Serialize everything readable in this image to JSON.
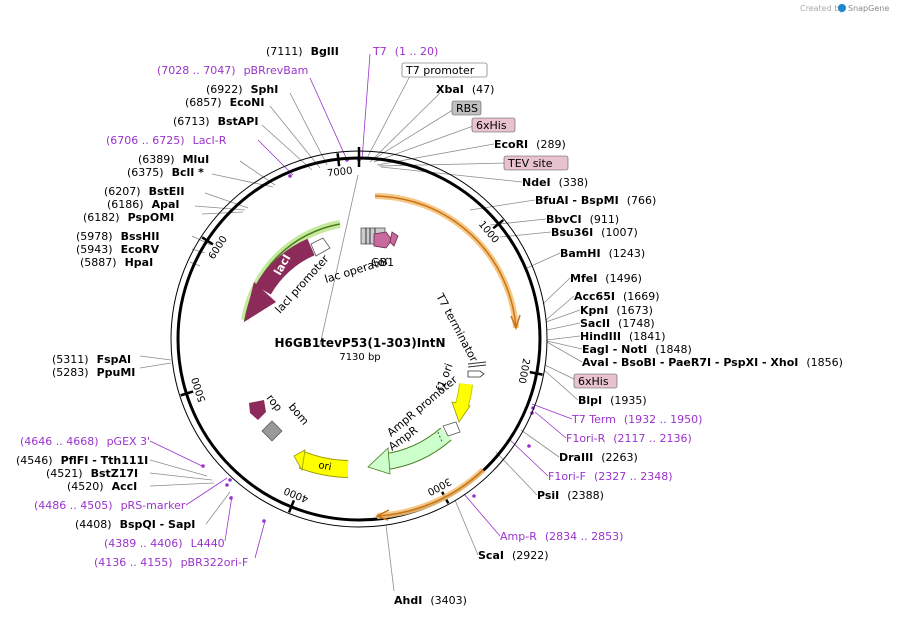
{
  "brand": {
    "text": "Created by",
    "name": "SnapGene"
  },
  "plasmid": {
    "name": "H6GB1tevP53(1-303)IntN",
    "size": "7130 bp"
  },
  "ticks": [
    "1000",
    "2000",
    "3000",
    "4000",
    "5000",
    "6000",
    "7000"
  ],
  "features": {
    "gb1": "GB1",
    "lac_operator": "lac operator",
    "lacI_promoter": "lacI promoter",
    "lacI": "lacI",
    "t7_terminator": "T7 terminator",
    "f1_ori": "f1 ori",
    "ampr_promoter": "AmpR promoter",
    "ampr": "AmpR",
    "rop": "rop",
    "bom": "bom",
    "ori": "ori"
  },
  "labels": [
    {
      "id": "bglII",
      "pos": "(7111)",
      "name": "BglII"
    },
    {
      "id": "t7",
      "pos": "(1 .. 20)",
      "name": "T7"
    },
    {
      "id": "pbrrevbam",
      "pos": "(7028 .. 7047)",
      "name": "pBRrevBam"
    },
    {
      "id": "t7promoter",
      "name": "T7 promoter"
    },
    {
      "id": "sphI",
      "pos": "(6922)",
      "name": "SphI"
    },
    {
      "id": "xbaI",
      "pos": "(47)",
      "name": "XbaI"
    },
    {
      "id": "ecoNI",
      "pos": "(6857)",
      "name": "EcoNI"
    },
    {
      "id": "rbs",
      "name": "RBS"
    },
    {
      "id": "bstAPI",
      "pos": "(6713)",
      "name": "BstAPI"
    },
    {
      "id": "his1",
      "name": "6xHis"
    },
    {
      "id": "laciR",
      "pos": "(6706 .. 6725)",
      "name": "LacI-R"
    },
    {
      "id": "ecoRI",
      "pos": "(289)",
      "name": "EcoRI"
    },
    {
      "id": "mluI",
      "pos": "(6389)",
      "name": "MluI"
    },
    {
      "id": "tev",
      "name": "TEV site"
    },
    {
      "id": "bclI",
      "pos": "(6375)",
      "name": "BclI *"
    },
    {
      "id": "ndeI",
      "pos": "(338)",
      "name": "NdeI"
    },
    {
      "id": "bstEII",
      "pos": "(6207)",
      "name": "BstEII"
    },
    {
      "id": "apaI",
      "pos": "(6186)",
      "name": "ApaI"
    },
    {
      "id": "pspOMI",
      "pos": "(6182)",
      "name": "PspOMI"
    },
    {
      "id": "bfuAI",
      "name": "BfuAI - BspMI",
      "pos": "(766)"
    },
    {
      "id": "bbvCI",
      "name": "BbvCI",
      "pos": "(911)"
    },
    {
      "id": "bsu36I",
      "name": "Bsu36I",
      "pos": "(1007)"
    },
    {
      "id": "bssHII",
      "pos": "(5978)",
      "name": "BssHII"
    },
    {
      "id": "ecoRV",
      "pos": "(5943)",
      "name": "EcoRV"
    },
    {
      "id": "hpaI",
      "pos": "(5887)",
      "name": "HpaI"
    },
    {
      "id": "bamHI",
      "name": "BamHI",
      "pos": "(1243)"
    },
    {
      "id": "mfeI",
      "name": "MfeI",
      "pos": "(1496)"
    },
    {
      "id": "acc65I",
      "name": "Acc65I",
      "pos": "(1669)"
    },
    {
      "id": "kpnI",
      "name": "KpnI",
      "pos": "(1673)"
    },
    {
      "id": "sacII",
      "name": "SacII",
      "pos": "(1748)"
    },
    {
      "id": "hindIII",
      "name": "HindIII",
      "pos": "(1841)"
    },
    {
      "id": "eagI",
      "name": "EagI - NotI",
      "pos": "(1848)"
    },
    {
      "id": "avaI",
      "name": "AvaI - BsoBI - PaeR7I - PspXI - XhoI",
      "pos": "(1856)"
    },
    {
      "id": "fspAI",
      "pos": "(5311)",
      "name": "FspAI"
    },
    {
      "id": "ppuMI",
      "pos": "(5283)",
      "name": "PpuMI"
    },
    {
      "id": "his2",
      "name": "6xHis"
    },
    {
      "id": "blpI",
      "name": "BlpI",
      "pos": "(1935)"
    },
    {
      "id": "t7term",
      "name": "T7 Term",
      "pos": "(1932 .. 1950)"
    },
    {
      "id": "f1oriR",
      "name": "F1ori-R",
      "pos": "(2117 .. 2136)"
    },
    {
      "id": "pgex3",
      "pos": "(4646 .. 4668)",
      "name": "pGEX 3'"
    },
    {
      "id": "draIII",
      "name": "DraIII",
      "pos": "(2263)"
    },
    {
      "id": "pflFI",
      "pos": "(4546)",
      "name": "PflFI - Tth111I"
    },
    {
      "id": "bstZ17I",
      "pos": "(4521)",
      "name": "BstZ17I"
    },
    {
      "id": "f1oriF",
      "name": "F1ori-F",
      "pos": "(2327 .. 2348)"
    },
    {
      "id": "accI",
      "pos": "(4520)",
      "name": "AccI"
    },
    {
      "id": "psiI",
      "name": "PsiI",
      "pos": "(2388)"
    },
    {
      "id": "prsmarker",
      "pos": "(4486 .. 4505)",
      "name": "pRS-marker"
    },
    {
      "id": "bspQI",
      "pos": "(4408)",
      "name": "BspQI - SapI"
    },
    {
      "id": "ampR",
      "name": "Amp-R",
      "pos": "(2834 .. 2853)"
    },
    {
      "id": "l4440",
      "pos": "(4389 .. 4406)",
      "name": "L4440"
    },
    {
      "id": "scaI",
      "name": "ScaI",
      "pos": "(2922)"
    },
    {
      "id": "pbr322",
      "pos": "(4136 .. 4155)",
      "name": "pBR322ori-F"
    },
    {
      "id": "ahdI",
      "name": "AhdI",
      "pos": "(3403)"
    }
  ],
  "colors": {
    "backbone": "#000000",
    "orange_glow": "#f5c27a",
    "cds_orange": "#c87414",
    "lacI": "#8c2a5a",
    "lacI_glow": "#b7e383",
    "ampr_fill": "#ccffcc",
    "ori": "#ffff00",
    "primer": "#9a33cc",
    "his_fill": "#e8c3cf",
    "rbs_fill": "#c0c0c0",
    "bom": "#999999"
  }
}
